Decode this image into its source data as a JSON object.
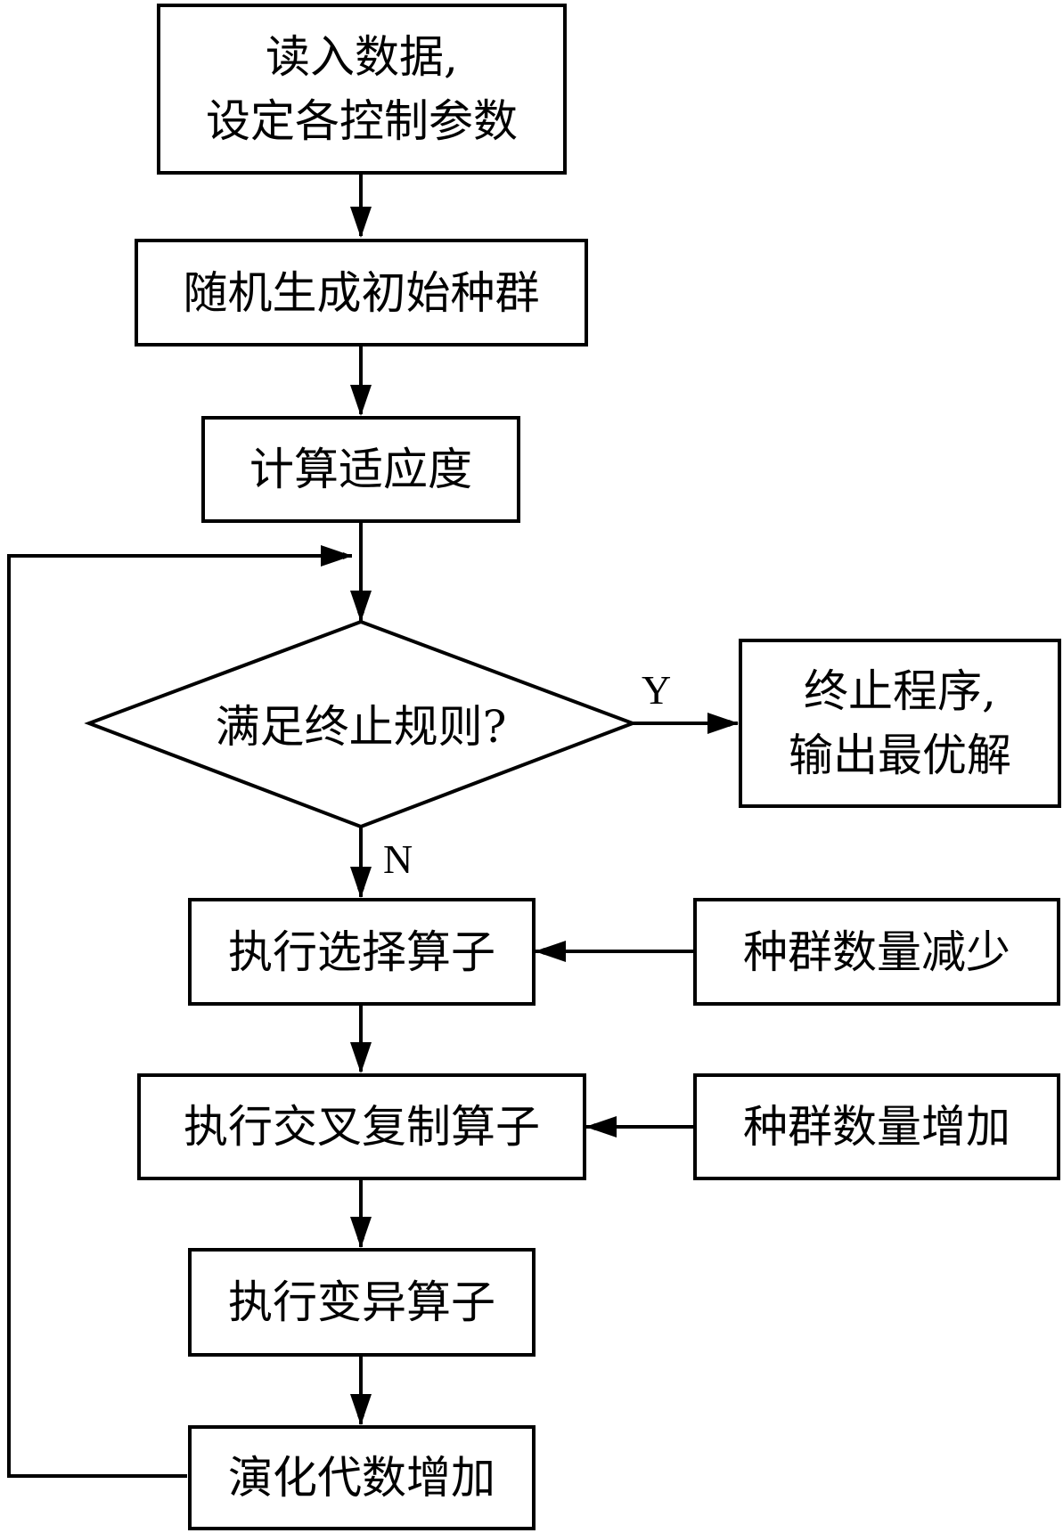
{
  "nodes": {
    "read_data": {
      "line1": "读入数据,",
      "line2": "设定各控制参数"
    },
    "init_population": {
      "label": "随机生成初始种群"
    },
    "compute_fitness": {
      "label": "计算适应度"
    },
    "termination_check": {
      "label": "满足终止规则?"
    },
    "terminate_output": {
      "line1": "终止程序,",
      "line2": "输出最优解"
    },
    "selection": {
      "label": "执行选择算子"
    },
    "population_decrease": {
      "label": "种群数量减少"
    },
    "crossover": {
      "label": "执行交叉复制算子"
    },
    "population_increase": {
      "label": "种群数量增加"
    },
    "mutation": {
      "label": "执行变异算子"
    },
    "generation_increment": {
      "label": "演化代数增加"
    }
  },
  "edges": {
    "yes_label": "Y",
    "no_label": "N"
  },
  "colors": {
    "stroke": "#000000",
    "background": "#ffffff"
  }
}
